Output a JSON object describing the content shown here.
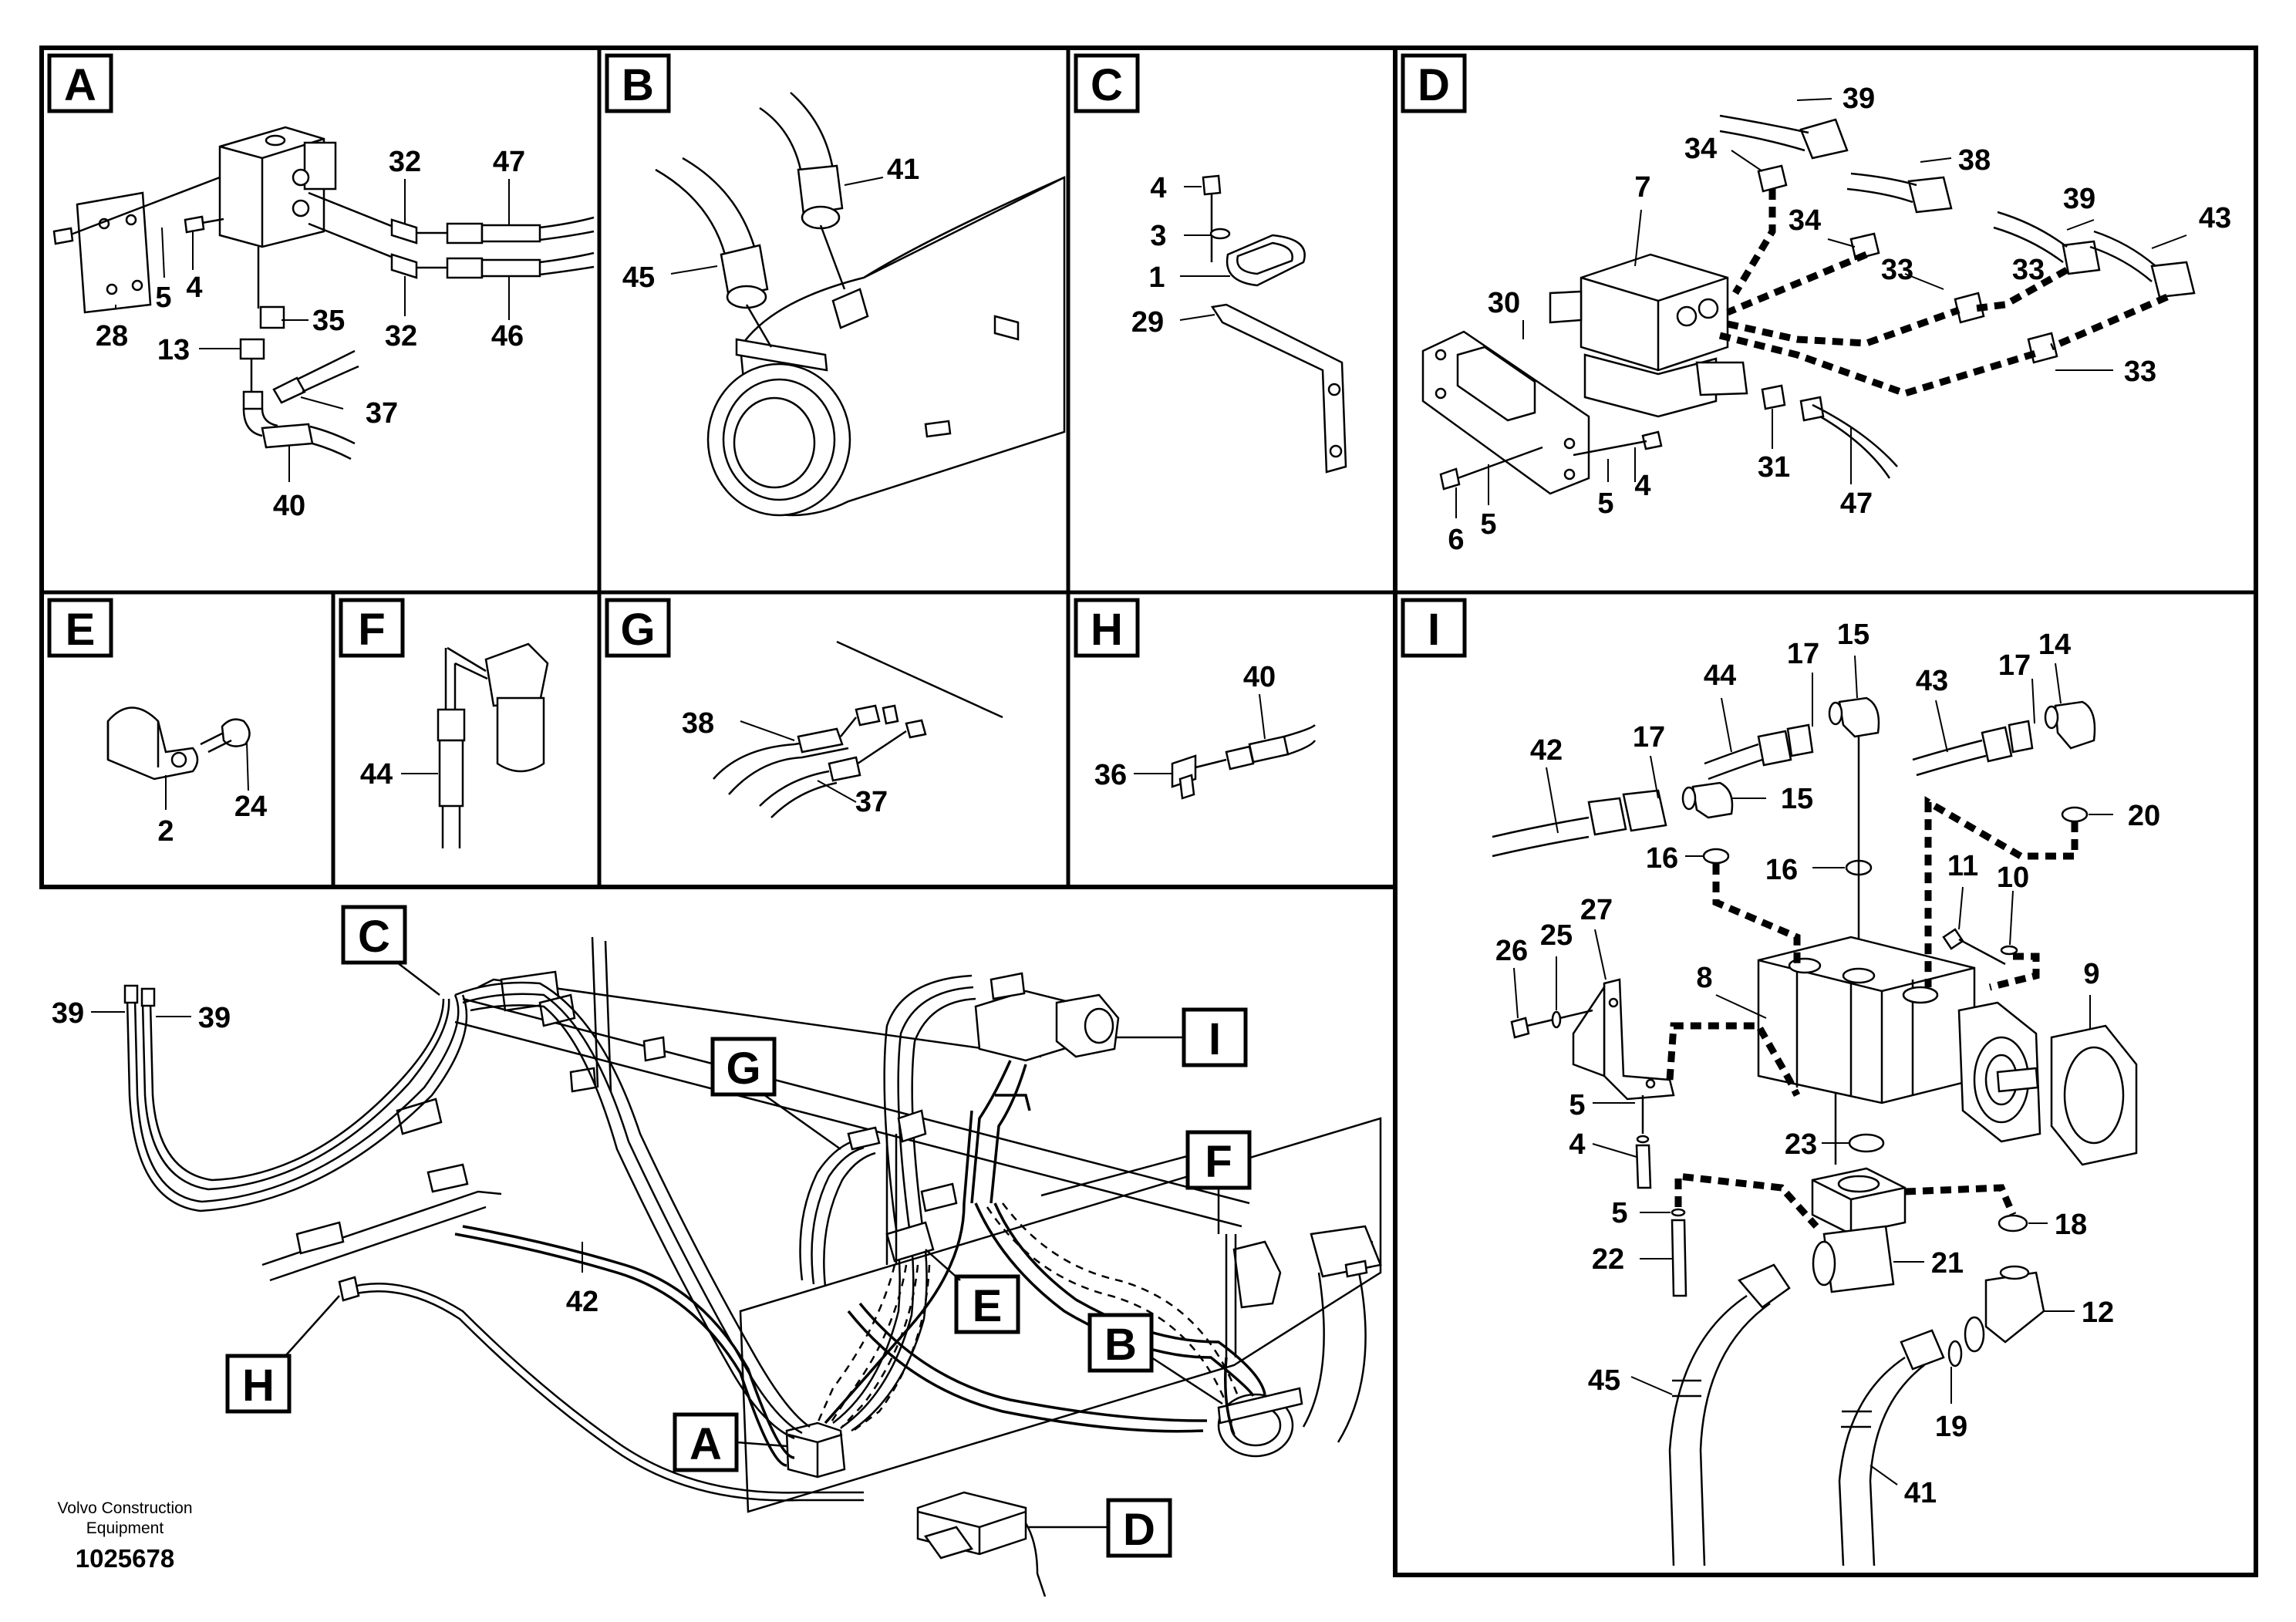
{
  "panels": {
    "A": "A",
    "B": "B",
    "C": "C",
    "D": "D",
    "E": "E",
    "F": "F",
    "G": "G",
    "H": "H",
    "I": "I"
  },
  "callouts": {
    "A": [
      "32",
      "47",
      "5",
      "4",
      "35",
      "32",
      "46",
      "28",
      "13",
      "37",
      "40"
    ],
    "B": [
      "41",
      "45"
    ],
    "C": [
      "4",
      "3",
      "1",
      "29"
    ],
    "D": [
      "39",
      "34",
      "38",
      "7",
      "34",
      "39",
      "43",
      "33",
      "30",
      "33",
      "33",
      "5",
      "4",
      "31",
      "47",
      "6",
      "5"
    ],
    "E": [
      "2",
      "24"
    ],
    "F": [
      "44"
    ],
    "G": [
      "38",
      "37"
    ],
    "H": [
      "40",
      "36"
    ],
    "I": [
      "17",
      "15",
      "44",
      "43",
      "17",
      "14",
      "42",
      "17",
      "15",
      "16",
      "20",
      "16",
      "11",
      "10",
      "26",
      "25",
      "27",
      "8",
      "9",
      "5",
      "4",
      "23",
      "5",
      "18",
      "22",
      "21",
      "12",
      "45",
      "19",
      "41"
    ],
    "main": [
      "39",
      "39",
      "42"
    ]
  },
  "main_markers": [
    "C",
    "G",
    "I",
    "F",
    "E",
    "B",
    "H",
    "A",
    "D"
  ],
  "footer": {
    "company_line1": "Volvo Construction",
    "company_line2": "Equipment",
    "doc_number": "1025678"
  }
}
